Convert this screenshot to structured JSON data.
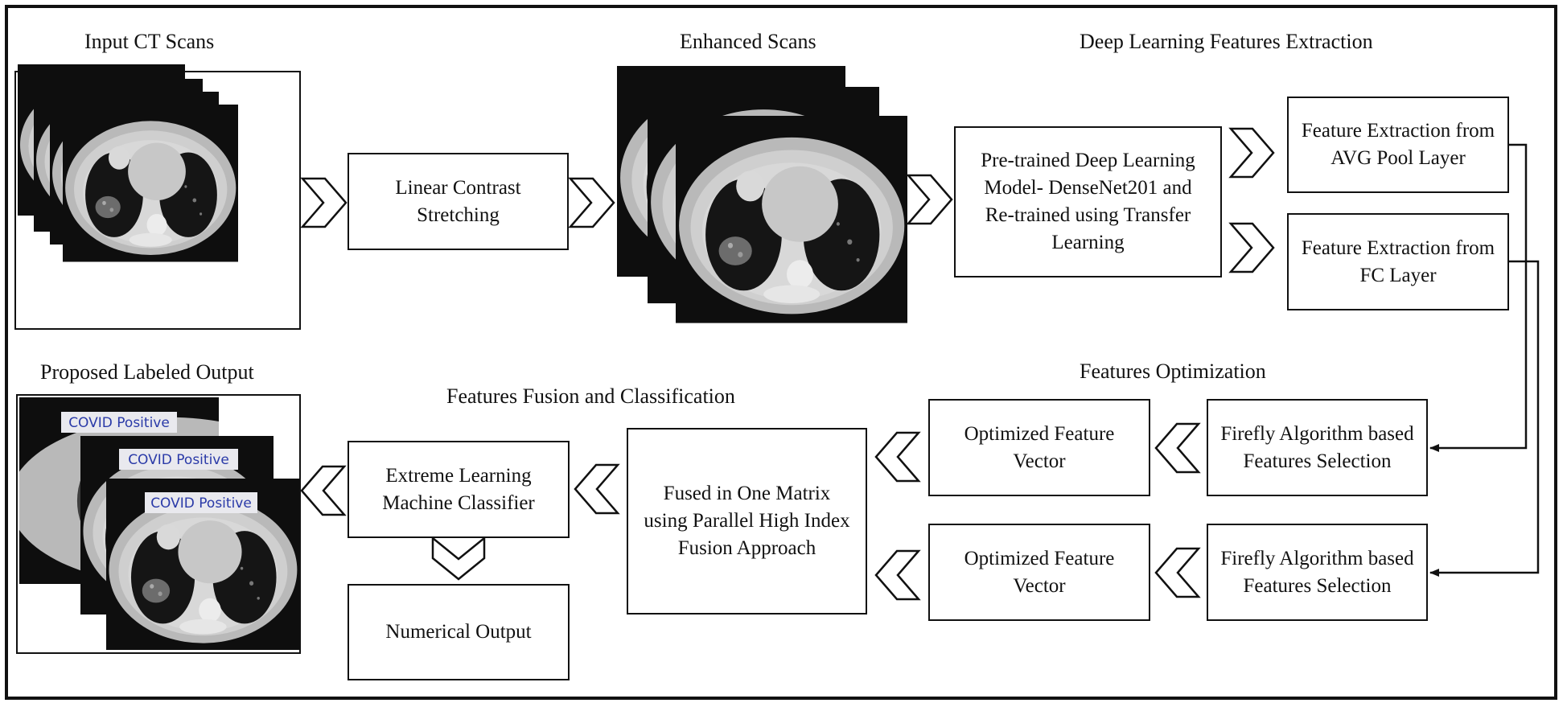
{
  "sections": {
    "input_ct_scans": "Input CT Scans",
    "enhanced_scans": "Enhanced Scans",
    "deep_learning_features_extraction": "Deep Learning Features Extraction",
    "proposed_labeled_output": "Proposed Labeled Output",
    "features_fusion_and_classification": "Features Fusion and Classification",
    "features_optimization": "Features Optimization"
  },
  "boxes": {
    "linear_contrast_stretching": "Linear Contrast\nStretching",
    "pretrained_model": "Pre-trained Deep Learning\nModel- DenseNet201 and\nRe-trained using Transfer\nLearning",
    "feature_extraction_avg_pool": "Feature Extraction from\nAVG Pool Layer",
    "feature_extraction_fc": "Feature Extraction from\nFC Layer",
    "firefly_selection_top": "Firefly Algorithm based\nFeatures Selection",
    "firefly_selection_bottom": "Firefly Algorithm based\nFeatures Selection",
    "optimized_vector_top": "Optimized Feature\nVector",
    "optimized_vector_bottom": "Optimized Feature\nVector",
    "fused_matrix": "Fused in One Matrix\nusing Parallel High Index\nFusion Approach",
    "elm_classifier": "Extreme Learning\nMachine Classifier",
    "numerical_output": "Numerical Output"
  },
  "output_labels": [
    "COVID Positive",
    "COVID Positive",
    "COVID Positive"
  ],
  "colors": {
    "line": "#111111",
    "background": "#ffffff",
    "ct_dark": "#0e0e0e",
    "ct_tissue": "#b9b9b9",
    "label_text": "#2a3aa8"
  }
}
